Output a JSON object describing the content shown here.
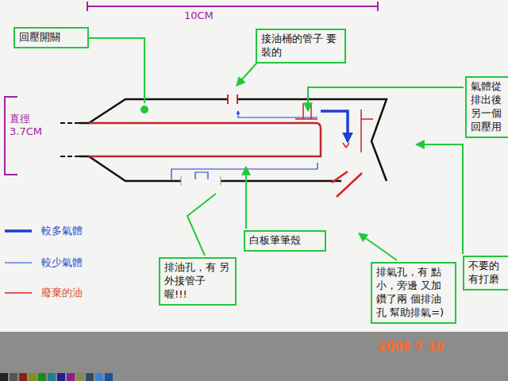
{
  "diagram": {
    "nodes": [
      {
        "text": [
          "回壓開關"
        ]
      },
      {
        "text": [
          "接油桶的管子 要裝的"
        ]
      },
      {
        "text": [
          "氣體從 排出後 另一個 回壓用"
        ]
      },
      {
        "text": [
          "白板筆筆殼"
        ]
      },
      {
        "text": [
          "排油孔，有 另外接管子 喔!!!"
        ]
      },
      {
        "text": [
          "排氣孔，有 點小，旁邊 又加鑽了兩 個排油孔 幫助排氣=)"
        ]
      },
      {
        "text": [
          "不要的 有打磨"
        ]
      }
    ],
    "labels": [
      "10CM",
      "直徑 3.7CM",
      "2009 7 10"
    ],
    "legend": [
      {
        "text": "較多氣體"
      },
      {
        "text": "較少氣體"
      },
      {
        "text": "廢棄的油"
      }
    ]
  }
}
